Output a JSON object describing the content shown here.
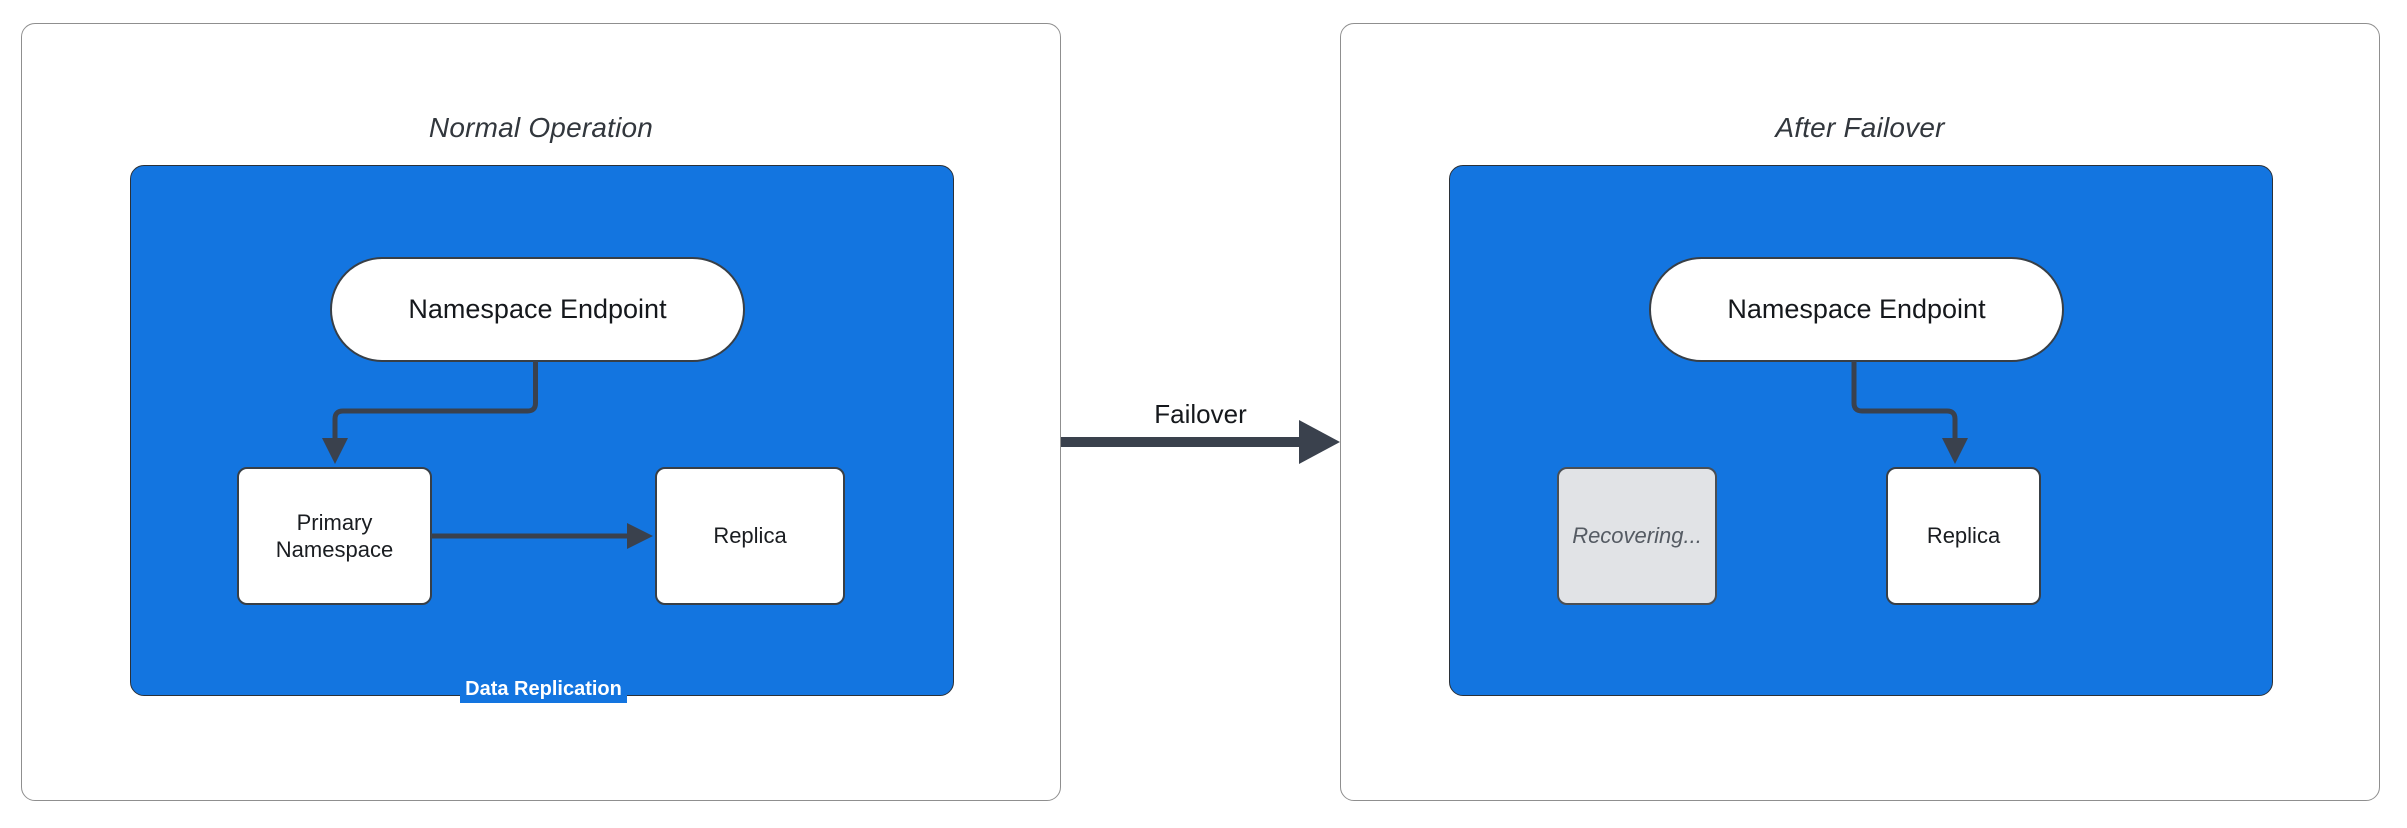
{
  "panels": [
    {
      "title": "Normal Operation",
      "nodes": {
        "endpoint": "Namespace Endpoint",
        "primary": "Primary Namespace",
        "replica": "Replica"
      },
      "edges": {
        "replication": "Data Replication"
      }
    },
    {
      "title": "After Failover",
      "nodes": {
        "endpoint": "Namespace Endpoint",
        "recovering": "Recovering...",
        "replica": "Replica"
      }
    }
  ],
  "transition": {
    "label": "Failover"
  },
  "colors": {
    "container_blue": "#1375e0",
    "connector_dark": "#3a414d",
    "recovering_fill": "#e1e3e6",
    "node_fill": "#ffffff"
  }
}
